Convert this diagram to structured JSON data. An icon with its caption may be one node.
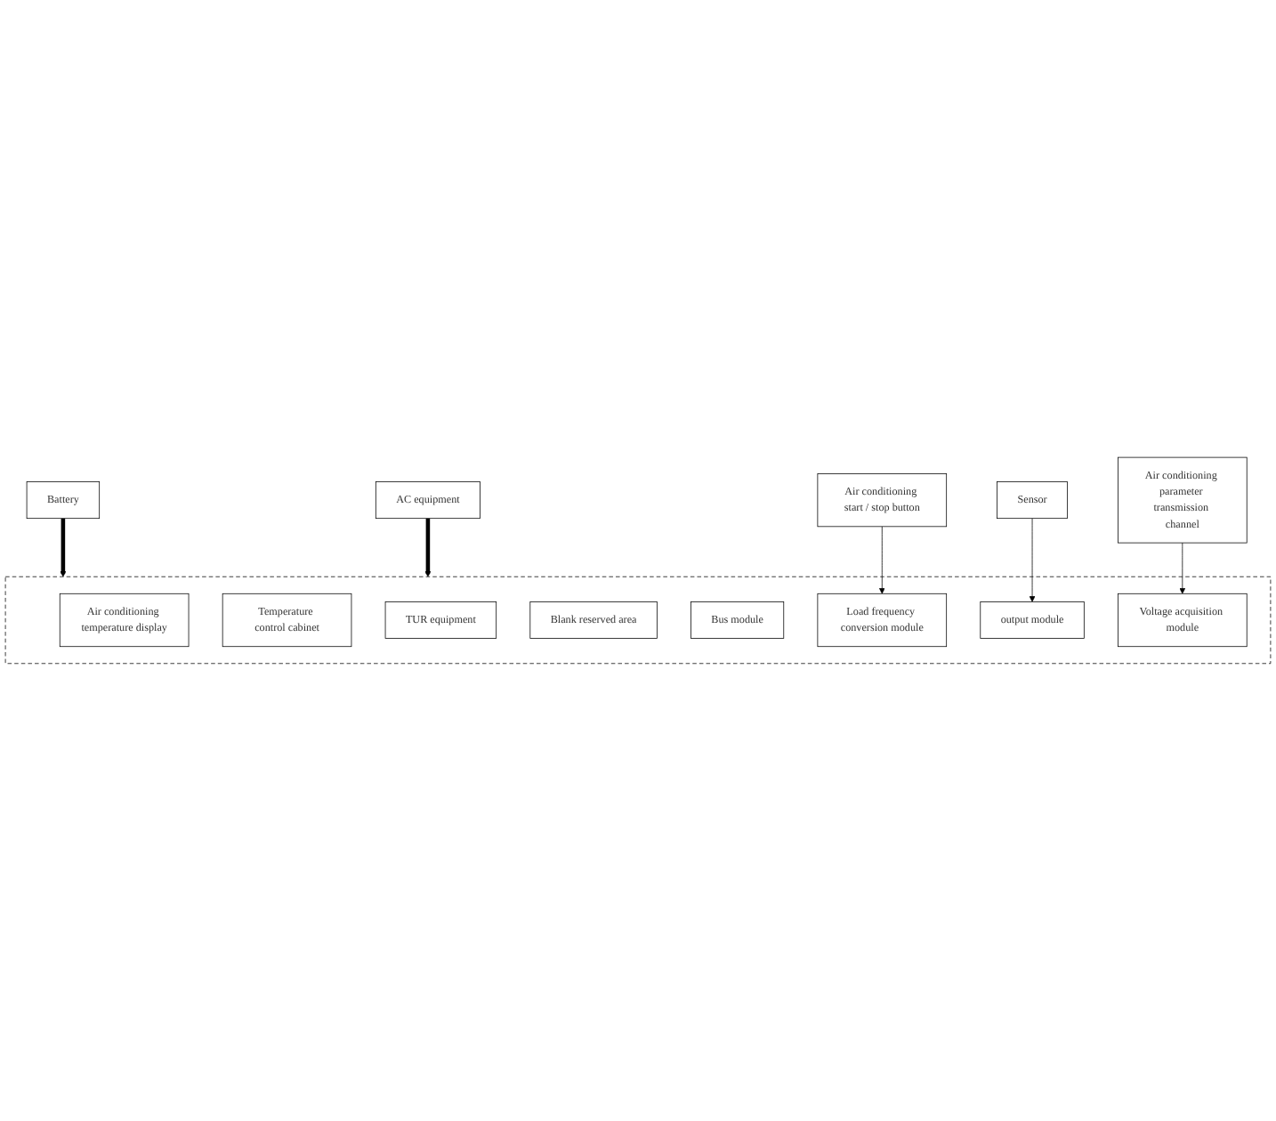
{
  "diagram": {
    "nodes": [
      {
        "text": [
          "Battery"
        ]
      },
      {
        "text": [
          "AC equipment"
        ]
      },
      {
        "text": [],
        "shape": "box"
      },
      {
        "text": [
          "Air conditioning temperature display"
        ],
        "in": 2
      },
      {
        "text": [
          "Temperature control cabinet"
        ],
        "in": 2
      },
      {
        "text": [
          "TUR equipment"
        ],
        "in": 2
      },
      {
        "text": [
          "Blank reserved area"
        ],
        "in": 2
      },
      {
        "text": [
          "Bus module"
        ],
        "in": 2
      },
      {
        "text": [
          "Load frequency conversion module"
        ],
        "in": 2
      },
      {
        "text": [
          "output module"
        ],
        "in": 2
      },
      {
        "text": [
          "Voltage acquisition module"
        ],
        "in": 2
      },
      {
        "text": [
          "Air conditioning start / stop button"
        ]
      },
      {
        "text": [
          "Sensor"
        ]
      },
      {
        "text": [
          "Air conditioning parameter transmission channel"
        ]
      }
    ],
    "edges": [
      {
        "from": 0,
        "to": 2,
        "arrow": "to",
        "style": "thick"
      },
      {
        "from": 1,
        "to": 2,
        "arrow": "to",
        "style": "thick"
      },
      {
        "from": 11,
        "to": 8,
        "arrow": "to"
      },
      {
        "from": 12,
        "to": 9,
        "arrow": "to"
      },
      {
        "from": 13,
        "to": 10,
        "arrow": "to"
      }
    ]
  }
}
